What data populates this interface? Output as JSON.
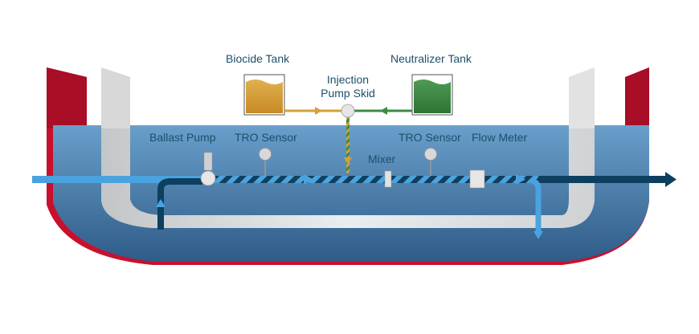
{
  "labels": {
    "biocide_tank": "Biocide Tank",
    "neutralizer_tank": "Neutralizer Tank",
    "injection_pump_skid_line1": "Injection",
    "injection_pump_skid_line2": "Pump Skid",
    "ballast_pump": "Ballast Pump",
    "tro_sensor_left": "TRO Sensor",
    "tro_sensor_right": "TRO Sensor",
    "mixer": "Mixer",
    "flow_meter": "Flow Meter"
  },
  "colors": {
    "hull_red": "#c8102e",
    "hull_dark_red": "#8e0c1e",
    "water_light": "#5e96c4",
    "water_dark": "#2e5a86",
    "pipe_light_blue": "#4aa3df",
    "pipe_dark_blue": "#0d3f5f",
    "biocide": "#d4a03a",
    "neutralizer": "#3e8a45",
    "dose_line": "#8a9a2a",
    "label_text": "#1b4f6b"
  }
}
